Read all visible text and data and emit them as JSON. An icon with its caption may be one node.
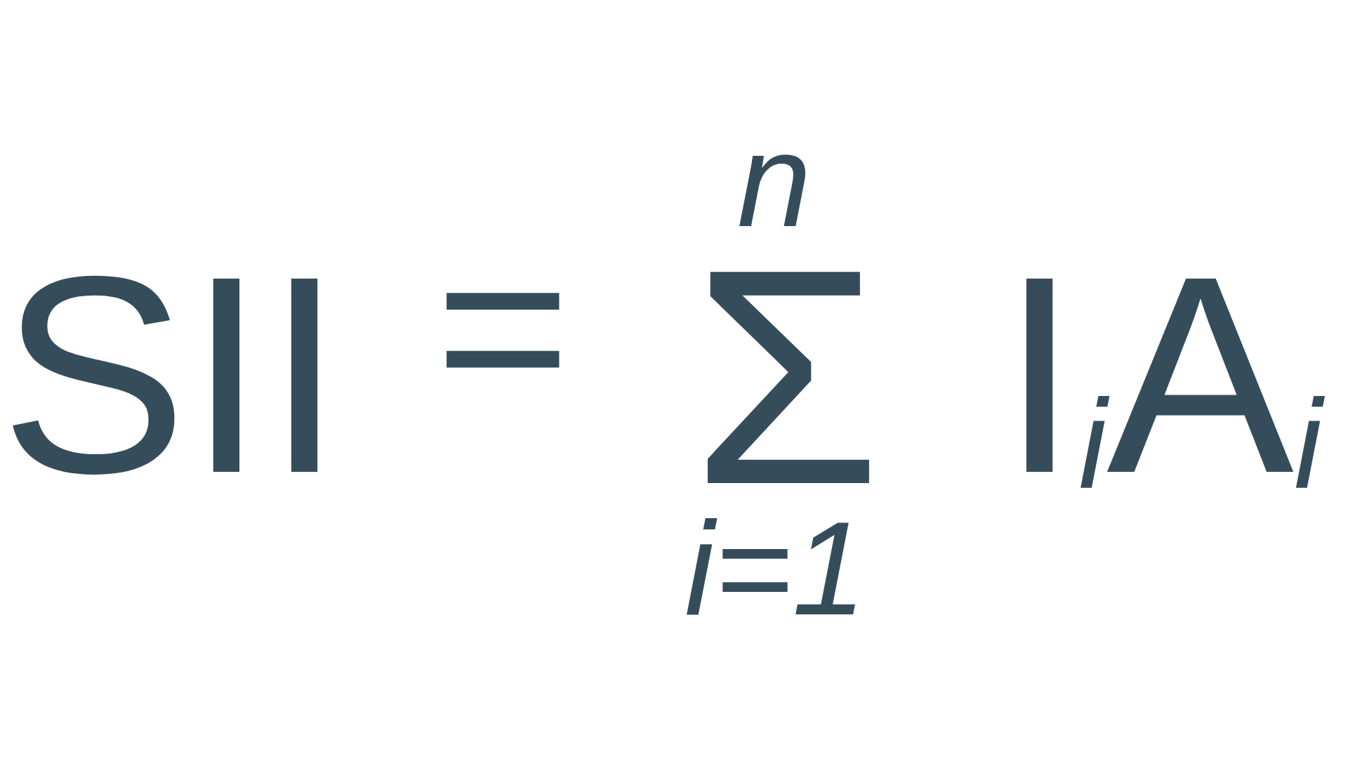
{
  "diagram": {
    "labels": [
      "SII",
      "=",
      "n",
      "Σ",
      "i=1",
      "I$_{i}$A$_{i}$"
    ]
  }
}
